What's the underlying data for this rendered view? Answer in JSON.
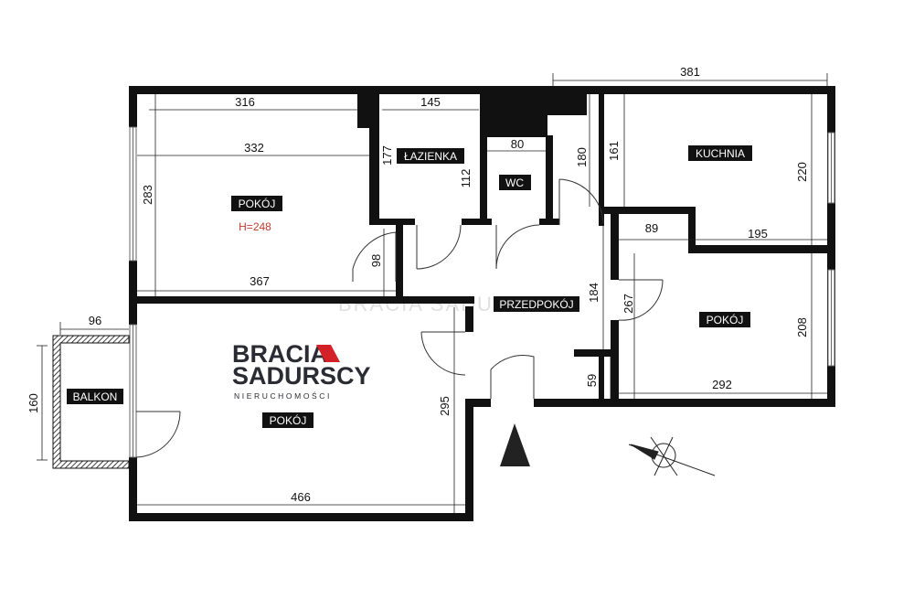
{
  "rooms": {
    "pokoj_1": {
      "name": "POKÓJ",
      "height_note": "H=248"
    },
    "pokoj_2": {
      "name": "POKÓJ"
    },
    "pokoj_3": {
      "name": "POKÓJ"
    },
    "lazienka": {
      "name": "ŁAZIENKA"
    },
    "wc": {
      "name": "WC"
    },
    "kuchnia": {
      "name": "KUCHNIA"
    },
    "przedpokoj": {
      "name": "PRZEDPOKÓJ"
    },
    "balkon": {
      "name": "BALKON"
    }
  },
  "dimensions": {
    "d381": "381",
    "d316": "316",
    "d145": "145",
    "d332": "332",
    "d80": "80",
    "d283": "283",
    "d177": "177",
    "d112": "112",
    "d180": "180",
    "d161": "161",
    "d220": "220",
    "d89": "89",
    "d195": "195",
    "d98": "98",
    "d367": "367",
    "d184": "184",
    "d267": "267",
    "d208": "208",
    "d96": "96",
    "d160": "160",
    "d295": "295",
    "d59": "59",
    "d292": "292",
    "d466": "466"
  },
  "logo": {
    "line1": "BRACIA",
    "line2": "SADURSCY",
    "tagline": "NIERUCHOMOŚCI"
  },
  "watermark": "BRACIA SADURSCY",
  "colors": {
    "wall": "#111111",
    "accent": "#d42027",
    "height_note": "#c0392b",
    "text": "#111111"
  },
  "icons": {
    "north_arrow": "north-arrow-icon",
    "compass": "compass-icon"
  }
}
